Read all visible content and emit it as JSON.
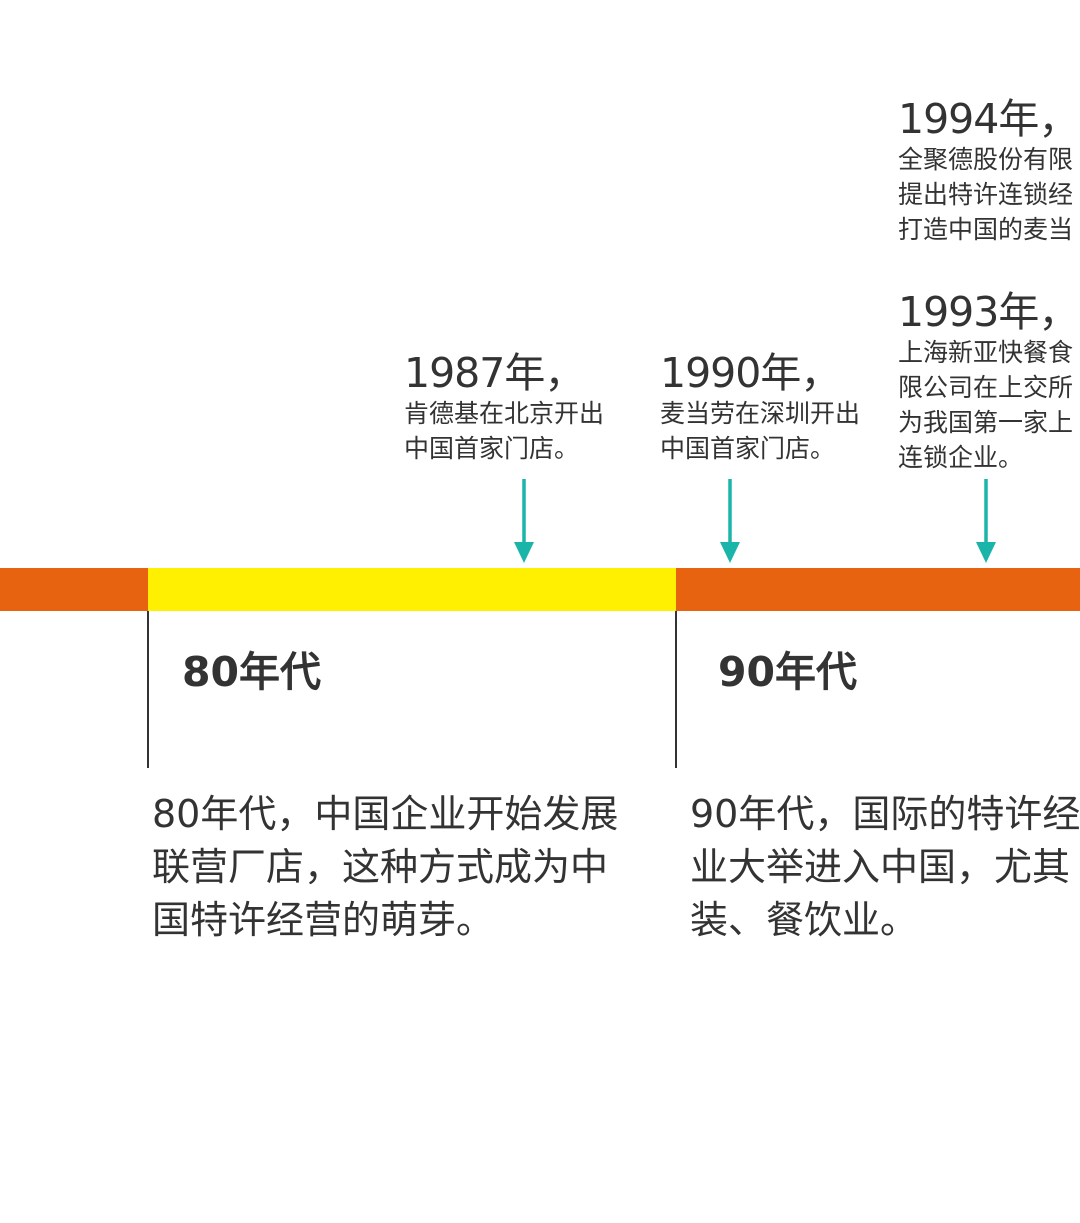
{
  "colors": {
    "orange": "#E8630F",
    "yellow": "#FFEF00",
    "teal": "#1AB5A8",
    "text": "#333333"
  },
  "events": [
    {
      "year": "1987年，",
      "lines": [
        "肯德基在北京开出",
        "中国首家门店。"
      ]
    },
    {
      "year": "1990年，",
      "lines": [
        "麦当劳在深圳开出",
        "中国首家门店。"
      ]
    },
    {
      "year": "1993年，",
      "lines": [
        "上海新亚快餐食",
        "限公司在上交所",
        "为我国第一家上",
        "连锁企业。"
      ]
    },
    {
      "year": "1994年，",
      "lines": [
        "全聚德股份有限",
        "提出特许连锁经",
        "打造中国的麦当"
      ]
    }
  ],
  "decades": [
    {
      "label": "80年代",
      "lines": [
        "80年代，中国企业开始发展",
        "联营厂店，这种方式成为中",
        "国特许经营的萌芽。"
      ]
    },
    {
      "label": "90年代",
      "lines": [
        "90年代，国际的特许经",
        "业大举进入中国，尤其",
        "装、餐饮业。"
      ]
    }
  ]
}
